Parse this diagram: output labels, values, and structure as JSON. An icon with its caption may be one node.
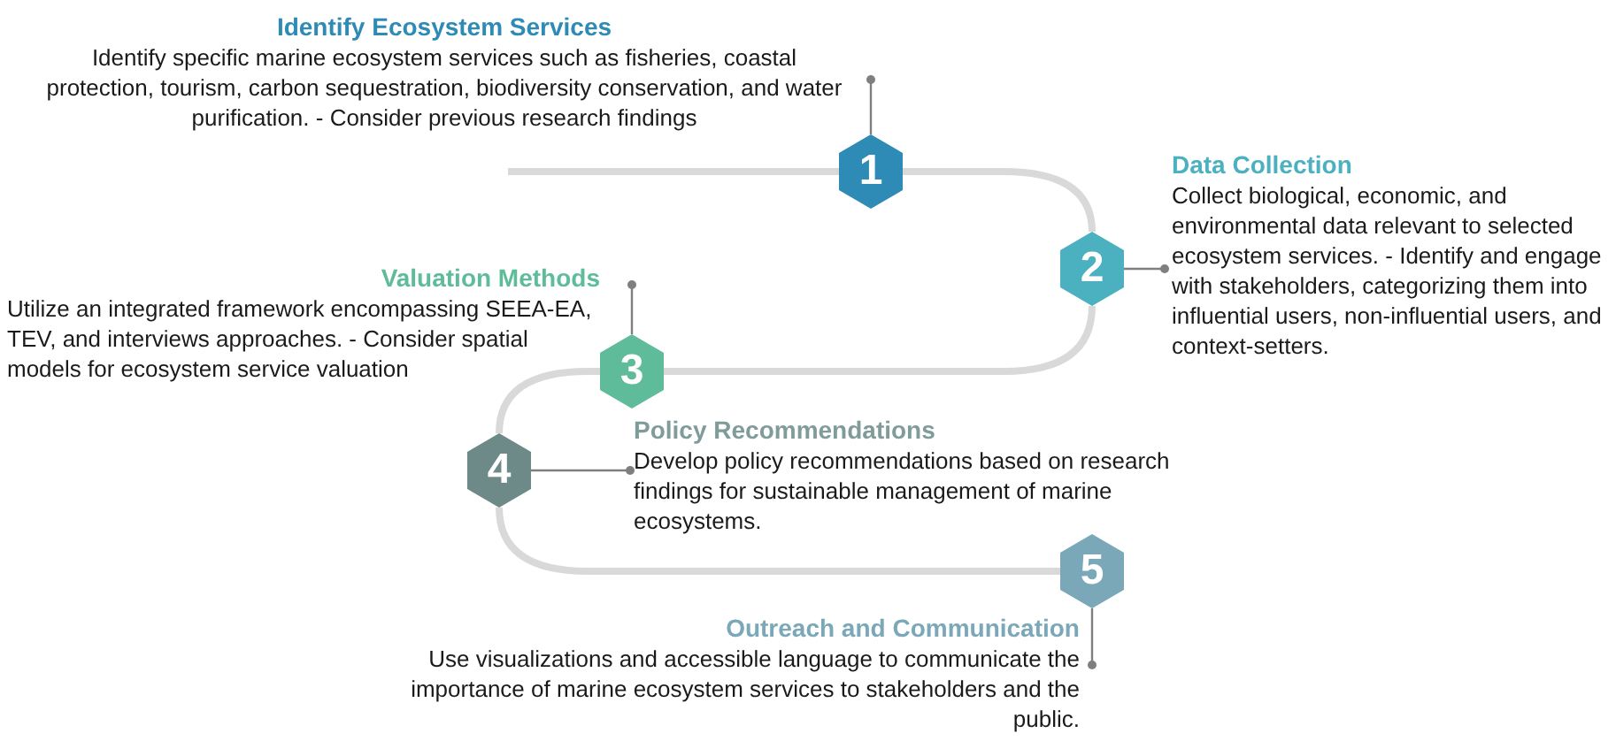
{
  "diagram": {
    "nodes": [
      {
        "text": [
          "Identify Ecosystem Services",
          "Identify specific marine ecosystem services such as fisheries, coastal protection, tourism, carbon sequestration, biodiversity conservation, and water purification. - Consider previous research findings"
        ]
      },
      {
        "text": [
          "1"
        ]
      },
      {
        "text": [
          "Data Collection",
          "Collect biological, economic, and environmental data relevant to selected ecosystem services. - Identify and engage with stakeholders, categorizing them into influential users, non-influential users, and context-setters."
        ]
      },
      {
        "text": [
          "2"
        ]
      },
      {
        "text": [
          "Valuation Methods",
          "Utilize an integrated framework encompassing SEEA-EA, TEV, and interviews approaches. - Consider spatial models for ecosystem service valuation"
        ]
      },
      {
        "text": [
          "3"
        ]
      },
      {
        "text": [
          "Policy Recommendations",
          "Develop policy recommendations based on research findings for sustainable management of marine ecosystems."
        ]
      },
      {
        "text": [
          "4"
        ]
      },
      {
        "text": [
          "5"
        ]
      },
      {
        "text": [
          "Outreach and Communication",
          "Use visualizations and accessible language to communicate the importance of marine ecosystem services to stakeholders and the public."
        ]
      }
    ],
    "edges": [
      {
        "from": 1,
        "to": 0,
        "arrow": "other"
      },
      {
        "from": 3,
        "to": 2,
        "arrow": "other"
      },
      {
        "from": 5,
        "to": 4,
        "arrow": "other"
      },
      {
        "from": 7,
        "to": 6,
        "arrow": "other"
      },
      {
        "from": 8,
        "to": 9,
        "arrow": "other"
      },
      {
        "from": null,
        "to": 1,
        "arrow": "none",
        "style": "thick",
        "color": "#d9d9d9"
      },
      {
        "from": 1,
        "to": 3,
        "arrow": "none",
        "style": "thick",
        "color": "#d9d9d9"
      },
      {
        "from": 3,
        "to": 5,
        "arrow": "none",
        "style": "thick",
        "color": "#d9d9d9"
      },
      {
        "from": 5,
        "to": 7,
        "arrow": "none",
        "style": "thick",
        "color": "#d9d9d9"
      },
      {
        "from": 7,
        "to": 8,
        "arrow": "none",
        "style": "thick",
        "color": "#d9d9d9"
      }
    ]
  }
}
